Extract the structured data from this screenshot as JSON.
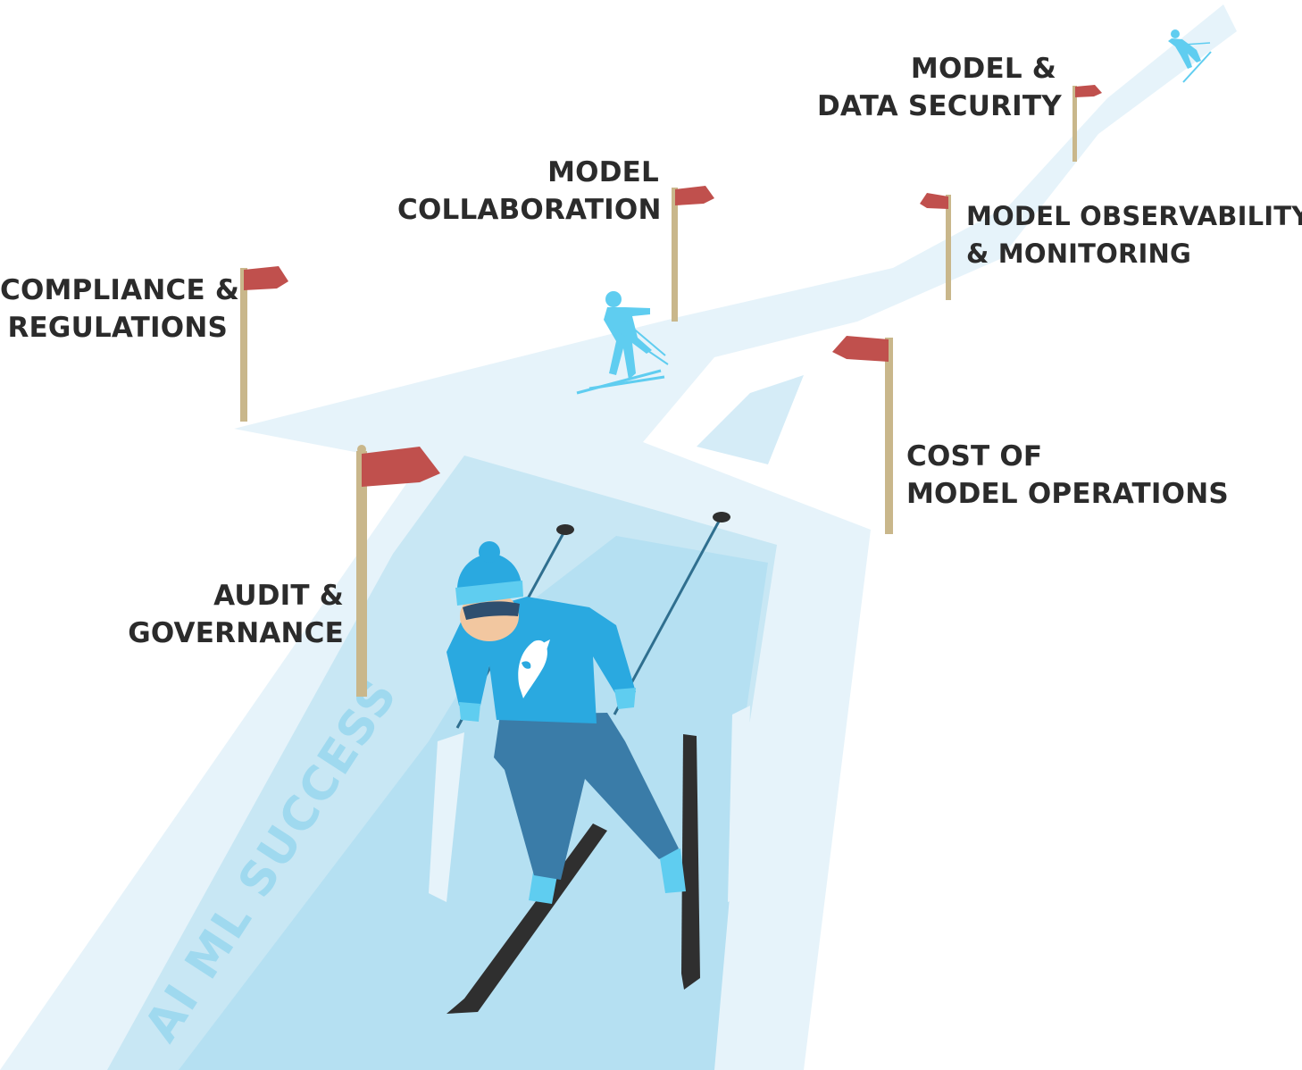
{
  "slope_title": "AI ML SUCCESS",
  "labels": {
    "audit": [
      "AUDIT &",
      "GOVERNANCE"
    ],
    "compliance": [
      "COMPLIANCE &",
      "REGULATIONS"
    ],
    "collaboration": [
      "MODEL",
      "COLLABORATION"
    ],
    "cost": [
      "COST OF",
      "MODEL OPERATIONS"
    ],
    "observability": [
      "MODEL OBSERVABILITY",
      "& MONITORING"
    ],
    "security": [
      "MODEL &",
      "DATA SECURITY"
    ]
  },
  "colors": {
    "snow_light": "#e6f3fa",
    "snow_mid": "#c8e7f4",
    "snow_deep": "#b5e0f2",
    "flag_red": "#c0504d",
    "pole_tan": "#c9b78b",
    "skier_jacket": "#2aa9e0",
    "skier_pants": "#3a7ca8",
    "skier_hat_band": "#5fcdf0",
    "ski_dark": "#2f2f2f",
    "skin": "#f2c7a0",
    "text": "#2b2b2b"
  }
}
